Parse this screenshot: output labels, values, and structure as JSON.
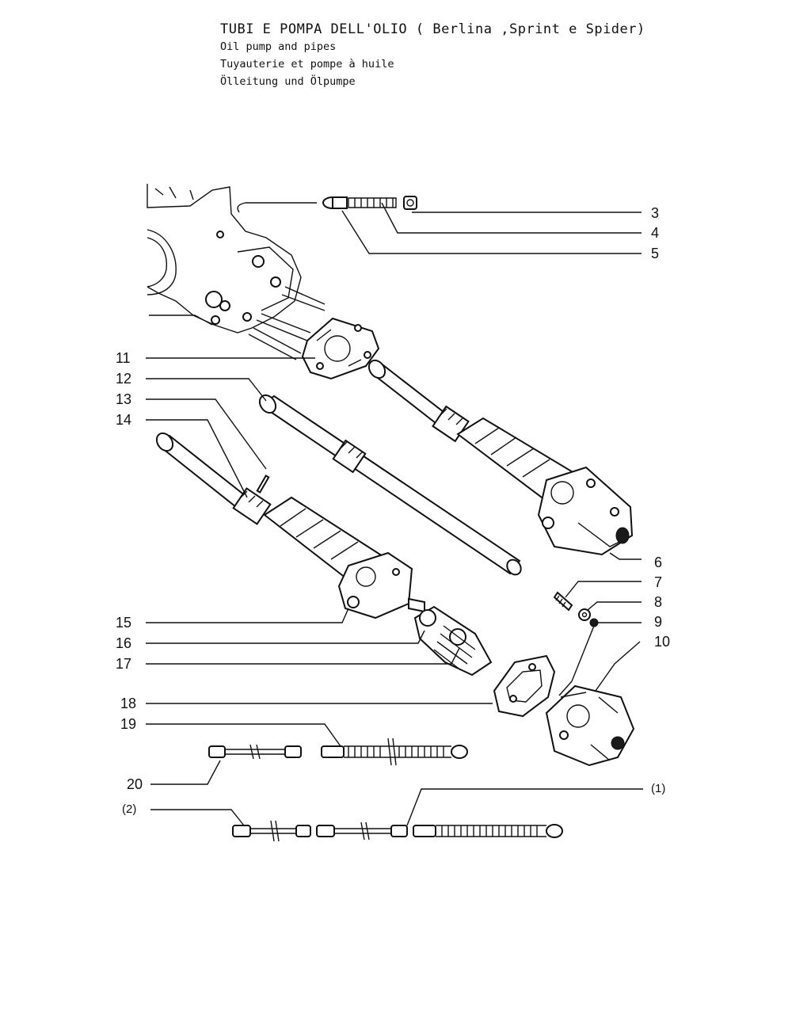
{
  "header": {
    "title_it": "TUBI E POMPA DELL'OLIO ( Berlina ,Sprint e Spider)",
    "title_en": "Oil pump and pipes",
    "title_fr": "Tuyauterie et pompe à huile",
    "title_de": "Ölleitung und Ölpumpe"
  },
  "callouts": [
    {
      "id": "3",
      "text": "3"
    },
    {
      "id": "4",
      "text": "4"
    },
    {
      "id": "5",
      "text": "5"
    },
    {
      "id": "6",
      "text": "6"
    },
    {
      "id": "7",
      "text": "7"
    },
    {
      "id": "8",
      "text": "8"
    },
    {
      "id": "9",
      "text": "9"
    },
    {
      "id": "10",
      "text": "10"
    },
    {
      "id": "11",
      "text": "11"
    },
    {
      "id": "12",
      "text": "12"
    },
    {
      "id": "13",
      "text": "13"
    },
    {
      "id": "14",
      "text": "14"
    },
    {
      "id": "15",
      "text": "15"
    },
    {
      "id": "16",
      "text": "16"
    },
    {
      "id": "17",
      "text": "17"
    },
    {
      "id": "18",
      "text": "18"
    },
    {
      "id": "19",
      "text": "19"
    },
    {
      "id": "20",
      "text": "20"
    },
    {
      "id": "note1",
      "text": "(1)"
    },
    {
      "id": "note2",
      "text": "(2)"
    }
  ]
}
